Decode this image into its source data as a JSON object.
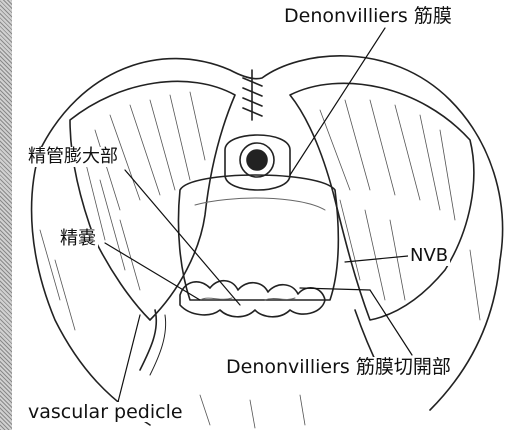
{
  "labels": {
    "denonvilliers_fascia": "Denonvilliers 筋膜",
    "seminal_ampulla": "精管膨大部",
    "seminal_vesicle": "精嚢",
    "nvb": "NVB",
    "denonvilliers_incision": "Denonvilliers 筋膜切開部",
    "vascular_pedicle": "vascular pedicle"
  }
}
